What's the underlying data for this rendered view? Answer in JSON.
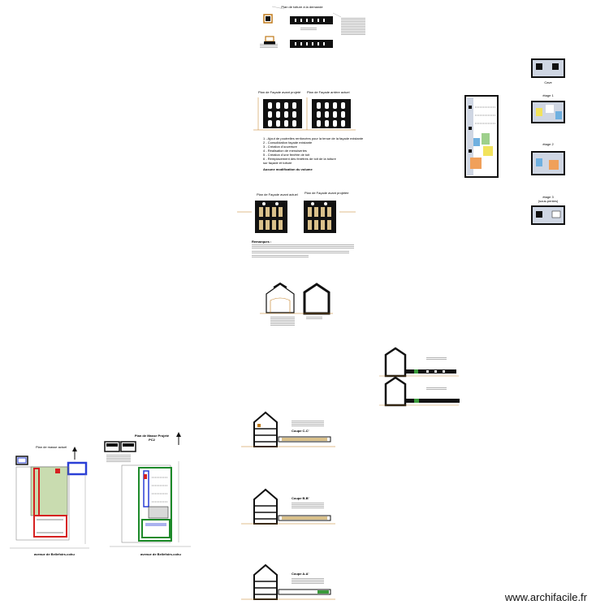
{
  "sheets": {
    "top_plan_title": "Plan de toiture à la demande",
    "facade_top": {
      "left_title": "Plan de Façade avant projeté",
      "right_title": "Plan de Façade arrière actuel"
    },
    "notes_list": [
      "1 - Ajout de poutrelles renforcées pour la tenue de la façade existante",
      "2 - Consolidation façade existante",
      "3 - Création d'ouverture",
      "4 - Réalisation de menuiseries",
      "5 - Création d'une fenêtre de toit",
      "6 - Remplacement des fenêtres de toit de la toiture",
      "sur façade et toiture"
    ],
    "notes_footer": "Aucune modification du volume",
    "facade_mid": {
      "left_title": "Plan de Façade avant actuel",
      "right_title": "Plan de Façade avant projetée"
    },
    "remarks_heading": "Remarques :",
    "section_cc_title": "Coupe C-C'",
    "section_bb_title": "Coupe B-B'",
    "section_aa_title": "Coupe A-A'",
    "plan_left_title": "Plan de masse actuel",
    "plan_right_title": "Plan de Masse Projeté",
    "plan_right_subtitle": "PC2",
    "avenue_left": "avenue de Bellefoirs-cohu",
    "avenue_right": "avenue de Bellefoirs-cohu",
    "floor_labels": {
      "cave": "Cave",
      "etage1": "étage 1",
      "etage2": "étage 2",
      "etage3": "étage 3",
      "etage3_sub": "(sous-pentes)"
    }
  },
  "watermark": {
    "prefix": "www.",
    "brand": "archifacile",
    "suffix": ".fr",
    "full": "www.archifacile.fr"
  },
  "colors": {
    "wall": "#111111",
    "green_zone": "#c9dcb0",
    "red_outline": "#d62020",
    "blue_outline": "#2a3fd6",
    "green_outline": "#1d8a2a",
    "yellow_room": "#f2e35c",
    "beige_facade": "#d9c08a"
  }
}
